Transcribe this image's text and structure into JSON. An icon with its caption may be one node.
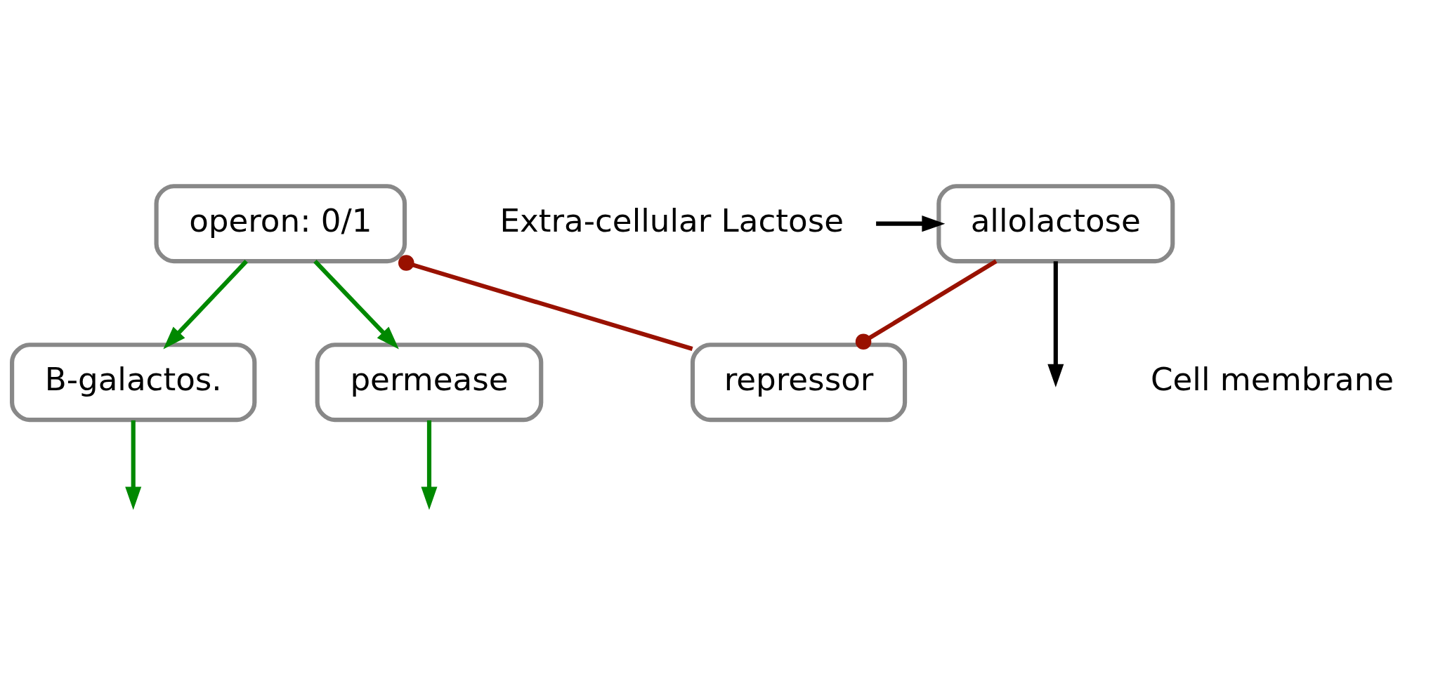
{
  "diagram": {
    "nodes": [
      {
        "text": [
          "operon: 0/1"
        ]
      },
      {
        "text": [
          "B-galactos."
        ]
      },
      {
        "text": [
          "repressor"
        ]
      },
      {
        "text": [
          "permease"
        ]
      },
      {
        "text": [
          "allolactose"
        ]
      },
      {
        "text": [
          "Extra-cellular Lactose"
        ]
      }
    ],
    "edges": [
      {
        "from": 0,
        "to": 1,
        "arrow": "to"
      },
      {
        "from": 0,
        "to": 3,
        "arrow": "to"
      },
      {
        "from": 2,
        "to": 0,
        "arrow": "other",
        "color": "#991100"
      },
      {
        "from": 4,
        "to": 2,
        "arrow": "other",
        "color": "#991100"
      },
      {
        "from": 1,
        "to": null,
        "arrow": "to"
      },
      {
        "from": 3,
        "to": null,
        "arrow": "to"
      },
      {
        "from": 4,
        "to": null,
        "arrow": "to",
        "color": "#000000"
      },
      {
        "from": 5,
        "to": 4,
        "arrow": "to",
        "color": "#000000"
      }
    ],
    "labels": [
      "Cell membrane"
    ]
  }
}
